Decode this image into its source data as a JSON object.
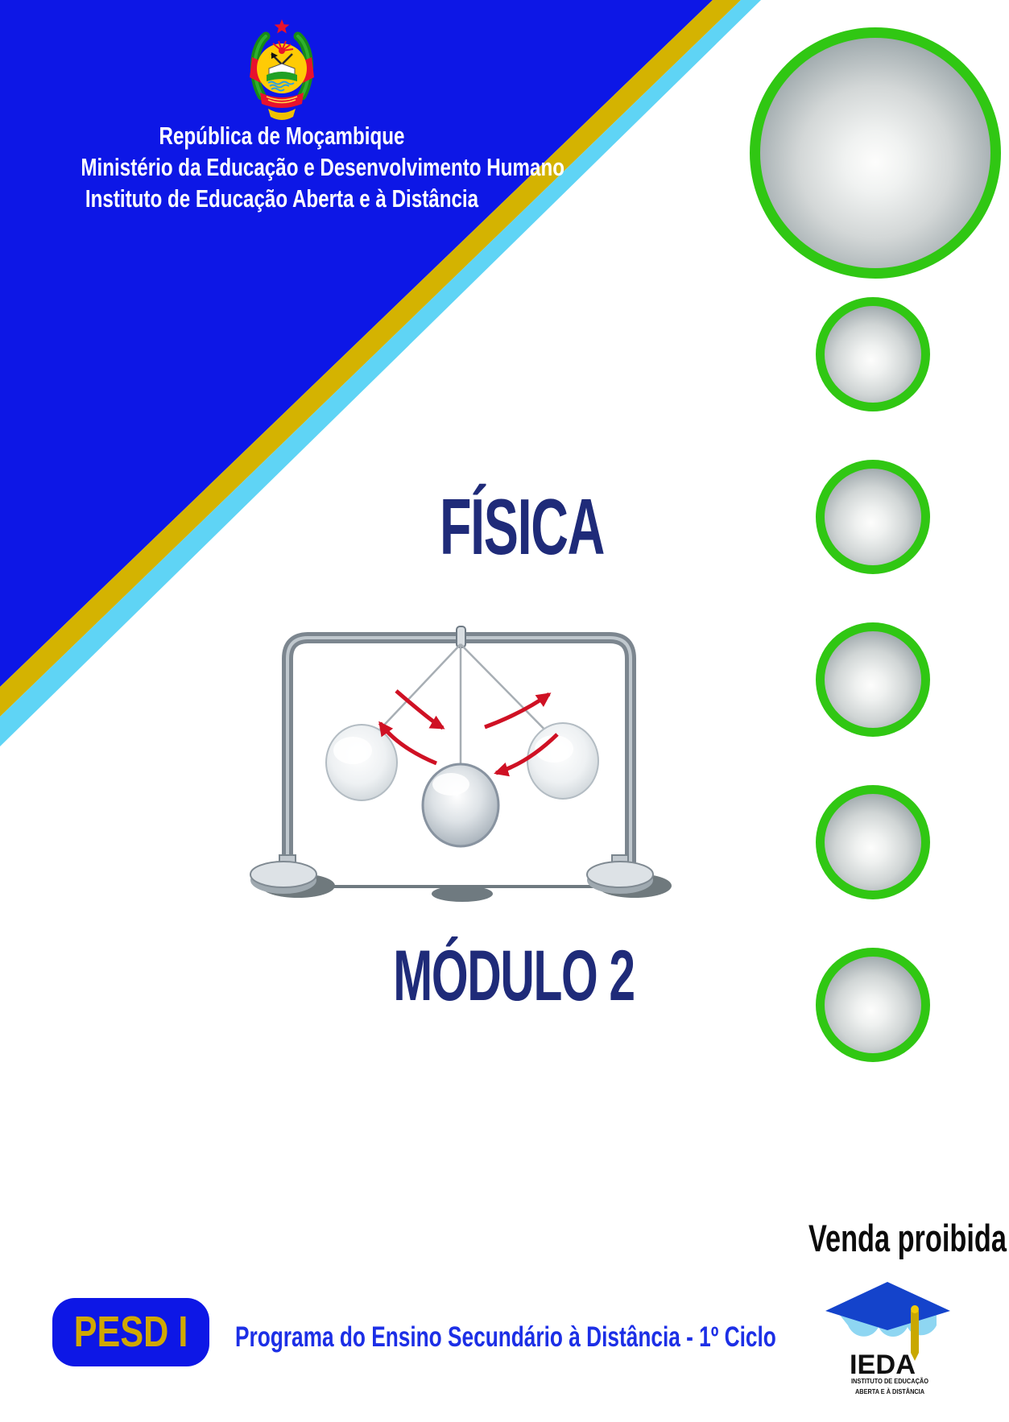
{
  "header": {
    "line1": "República de Moçambique",
    "line2": "Ministério da Educação e Desenvolvimento Humano",
    "line3": "Instituto de Educação Aberta e à Distância"
  },
  "titles": {
    "subject": "FÍSICA",
    "module": "MÓDULO 2"
  },
  "notice": {
    "text": "Venda proibida"
  },
  "footer": {
    "badge": "PESD I",
    "program": "Programa do Ensino Secundário à Distância - 1º Ciclo",
    "ieda": {
      "acronym": "IEDA",
      "line1": "INSTITUTO DE EDUCAÇÃO",
      "line2": "ABERTA E À DISTÂNCIA"
    }
  },
  "colors": {
    "primary_blue": "#0D17E6",
    "gold_stripe": "#D4B301",
    "sky_stripe": "#5FD4F5",
    "navy_title": "#1F2B79",
    "green_ring": "#30C713",
    "arrow_red": "#CF1124",
    "footer_text_blue": "#1C2FE6",
    "badge_text_gold": "#D0A800",
    "notice_black": "#0b0b0b"
  },
  "decor": {
    "emblem": "mozambique-coat-of-arms",
    "sphere_count": 6,
    "illustration": "swinging-pendulum"
  }
}
